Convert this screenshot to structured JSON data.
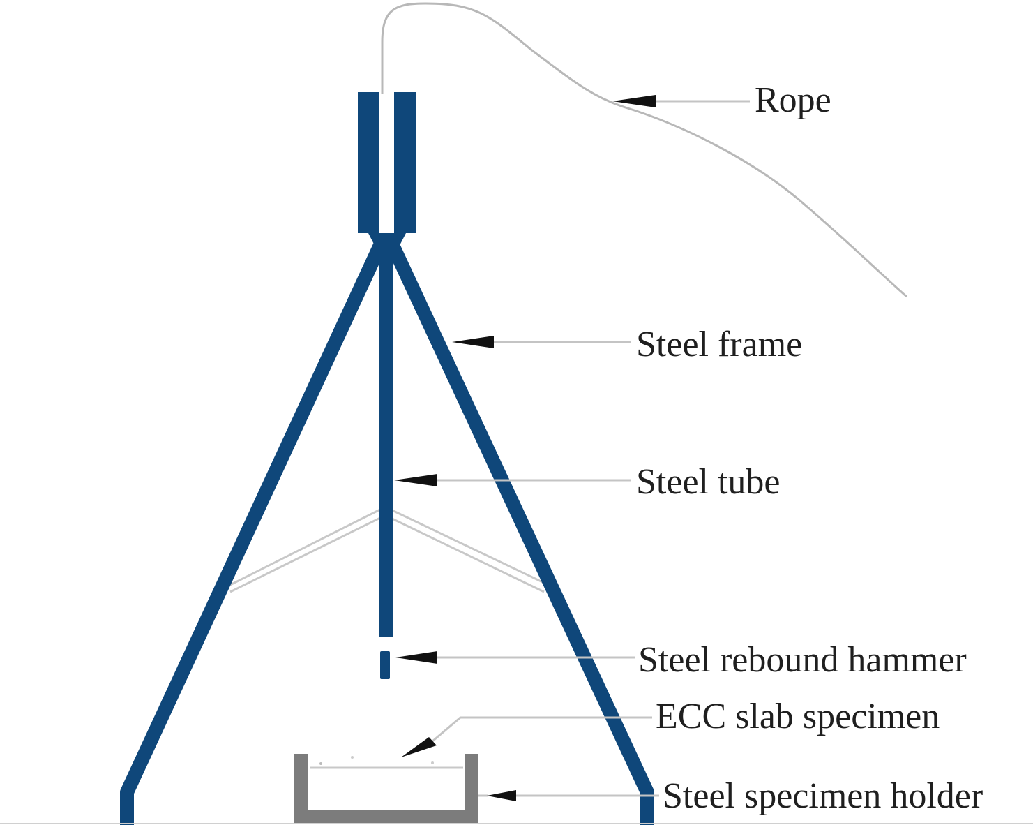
{
  "labels": {
    "rope": "Rope",
    "steel_frame": "Steel frame",
    "steel_tube": "Steel tube",
    "steel_rebound_hammer": "Steel rebound hammer",
    "ecc_slab_specimen": "ECC slab specimen",
    "steel_specimen_holder": "Steel specimen holder"
  },
  "colors": {
    "frame": "#0f477a",
    "rope": "#b8b8b8",
    "leader_line": "#c4c4c4",
    "arrowhead": "#111111",
    "holder": "#7c7c7c",
    "text": "#1f1f1f"
  }
}
